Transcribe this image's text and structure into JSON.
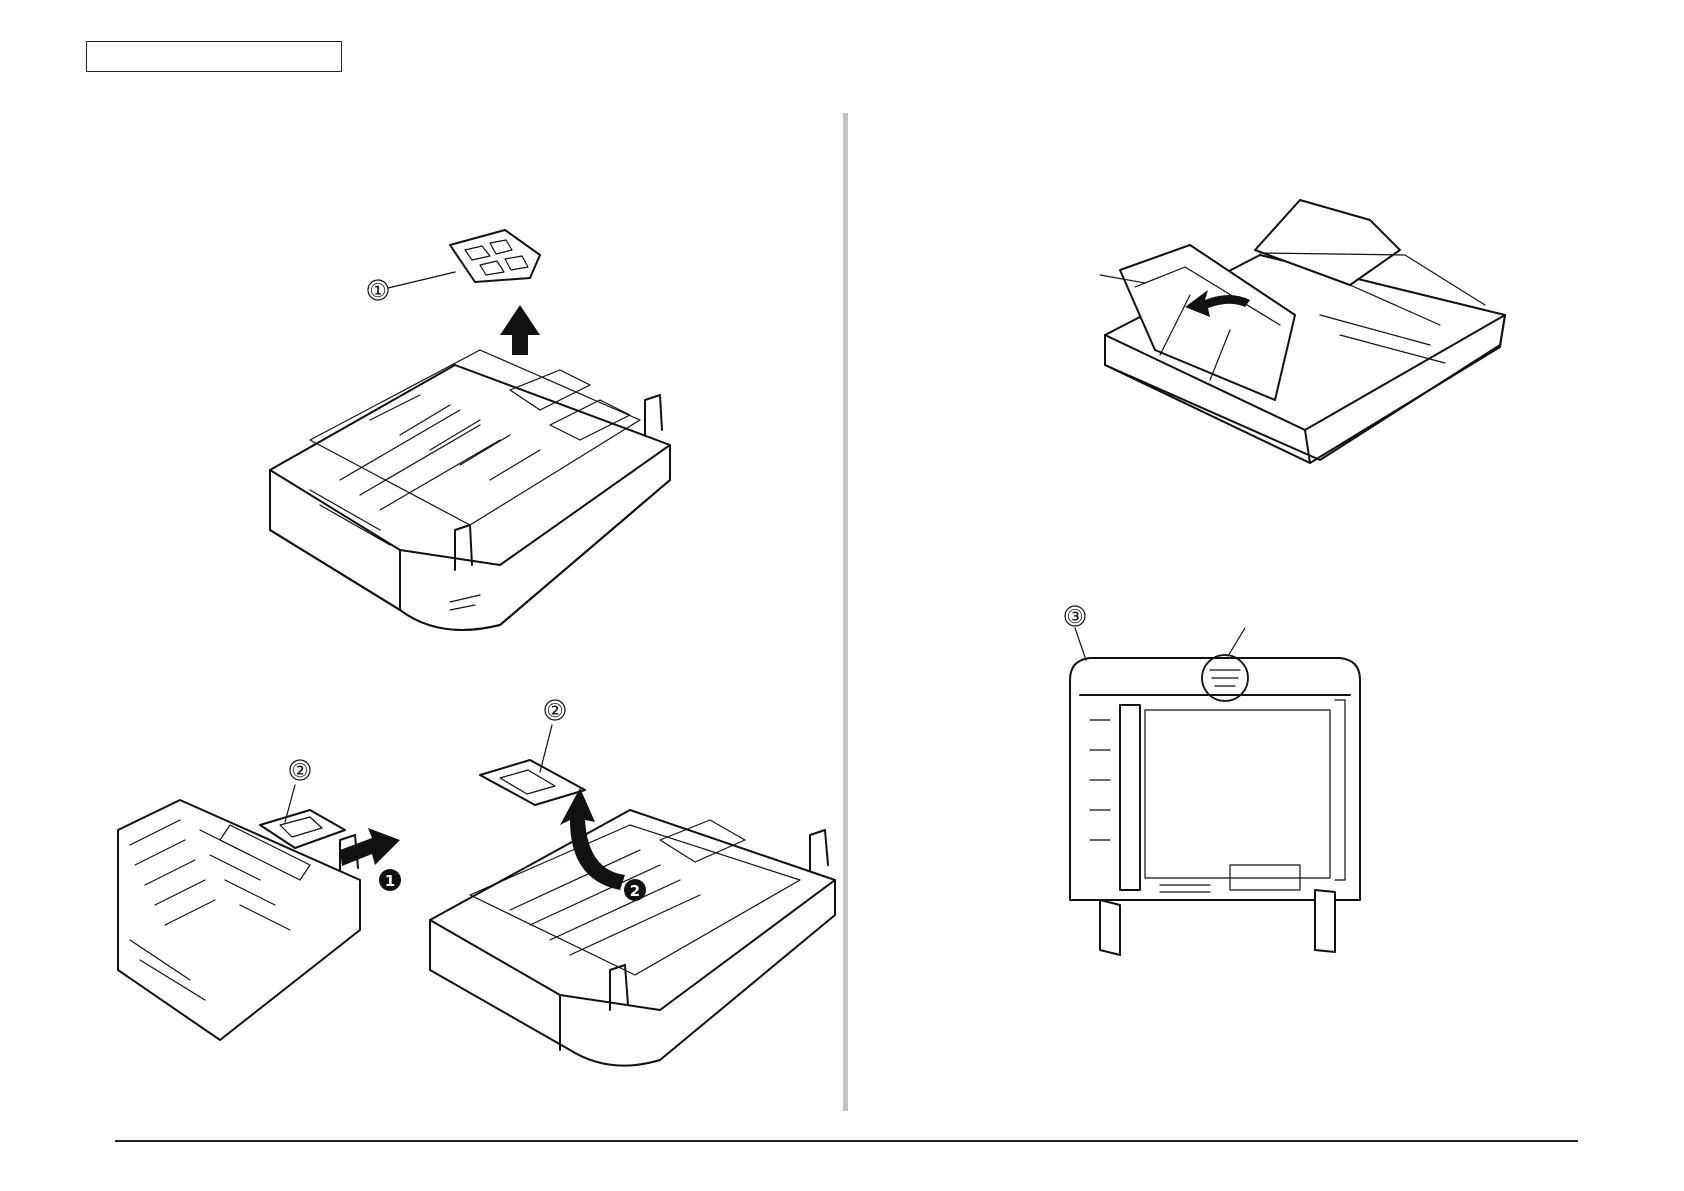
{
  "header": {
    "box_text": ""
  },
  "figures": {
    "fig1": {
      "callout": "①"
    },
    "fig2": {
      "callout": "②",
      "step": "1"
    },
    "fig3": {
      "callout": "②",
      "step": "2"
    },
    "fig4": {
      "callout": ""
    },
    "fig5": {
      "callout": "③"
    }
  },
  "colors": {
    "line": "#111111",
    "divider": "#c4c4c4",
    "background": "#ffffff"
  }
}
